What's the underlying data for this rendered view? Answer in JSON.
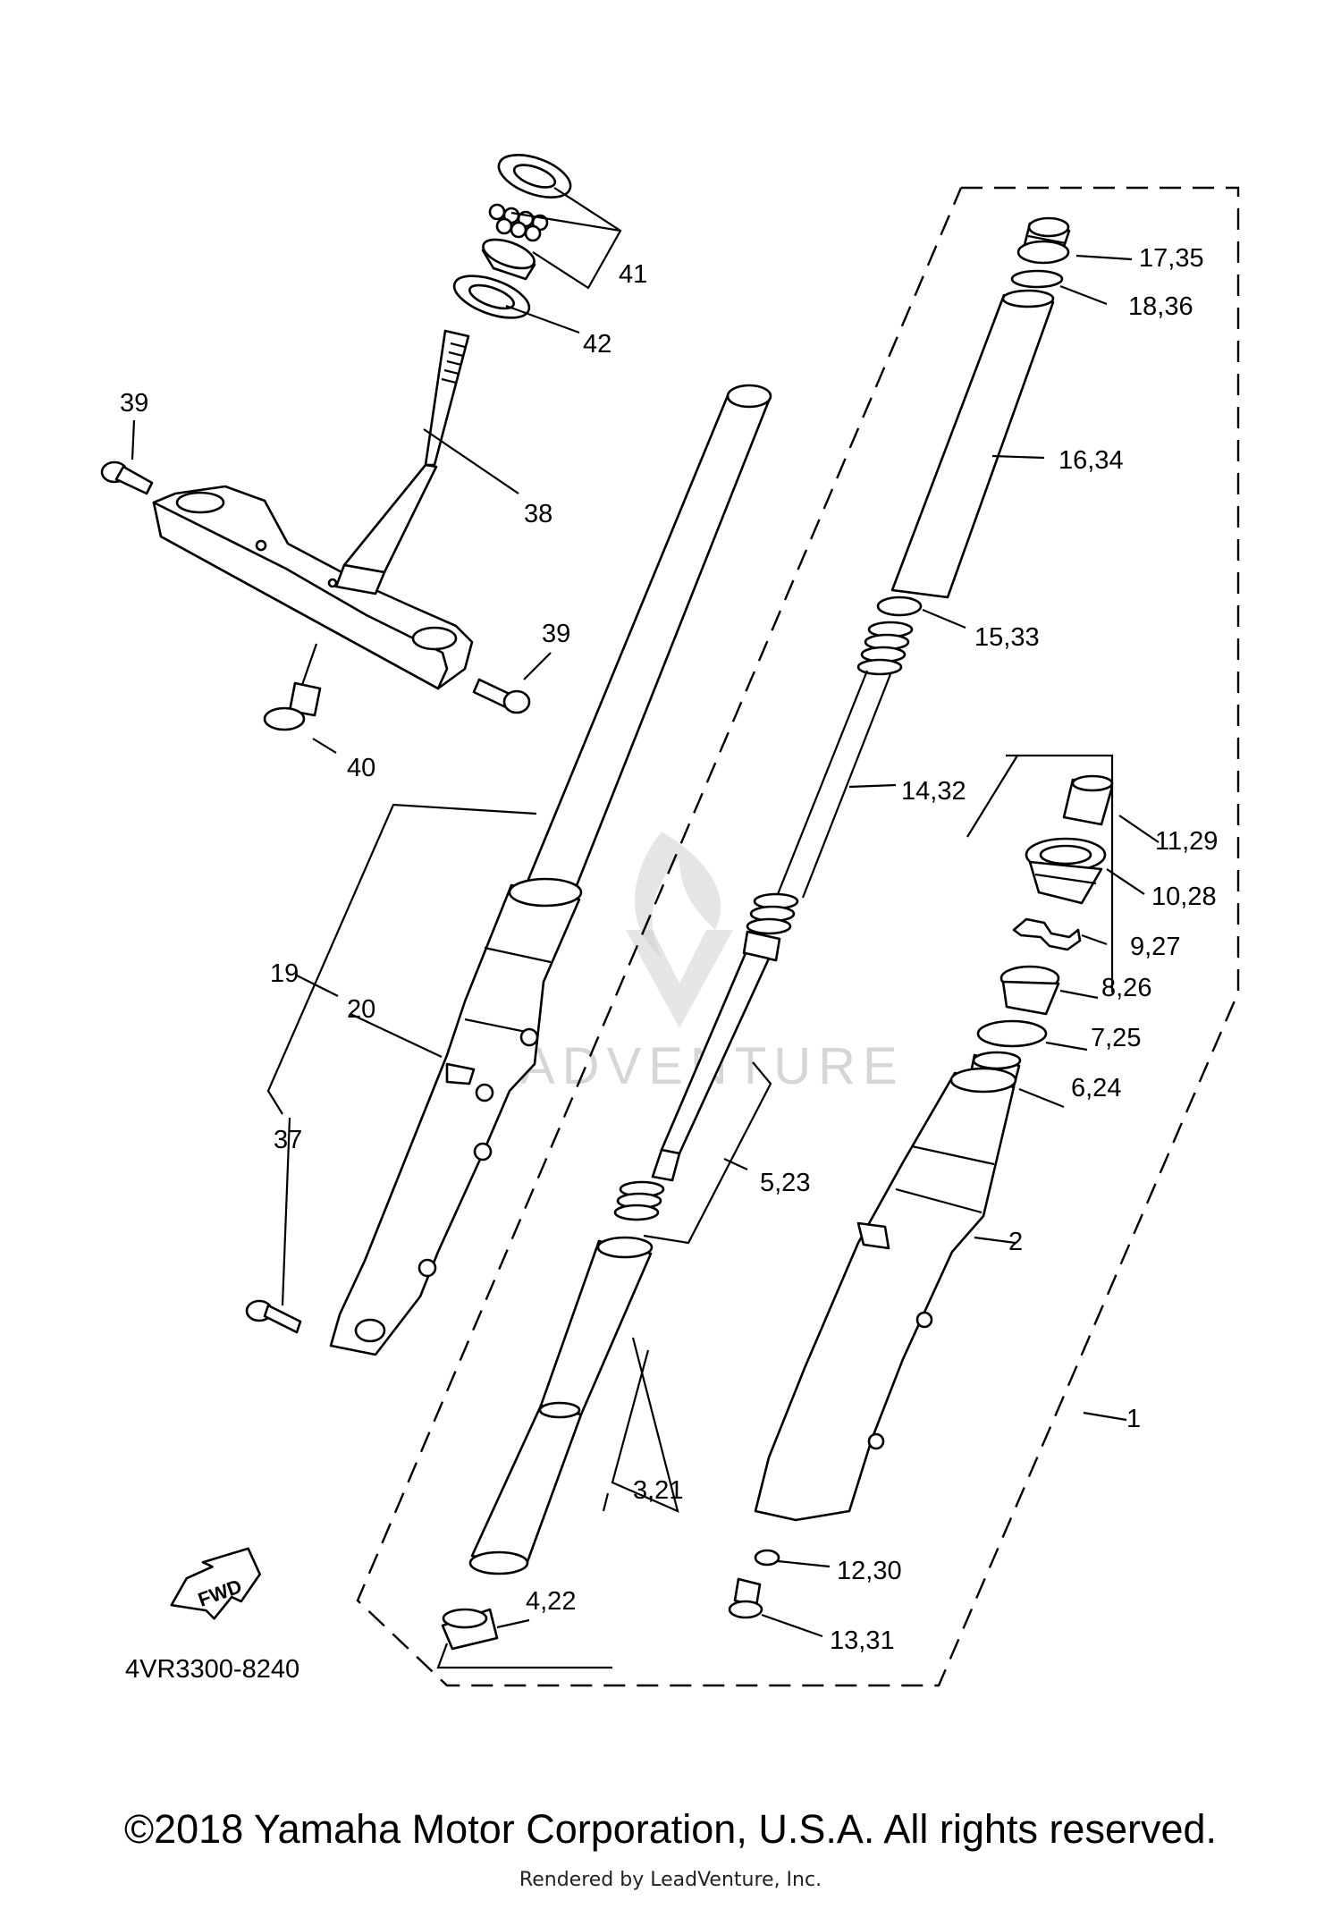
{
  "diagram": {
    "code": "4VR3300-8240",
    "fwd_label": "FWD",
    "watermark": "LEADVENTURE",
    "callouts": {
      "c1": "1",
      "c2": "2",
      "c3": "3,21",
      "c4": "4,22",
      "c5": "5,23",
      "c6": "6,24",
      "c7": "7,25",
      "c8": "8,26",
      "c9": "9,27",
      "c10": "10,28",
      "c11": "11,29",
      "c12": "12,30",
      "c13": "13,31",
      "c14": "14,32",
      "c15": "15,33",
      "c16": "16,34",
      "c17": "17,35",
      "c18": "18,36",
      "c19": "19",
      "c20": "20",
      "c37": "37",
      "c38": "38",
      "c39a": "39",
      "c39b": "39",
      "c40": "40",
      "c41": "41",
      "c42": "42"
    }
  },
  "footer": {
    "copyright": "©2018 Yamaha Motor Corporation, U.S.A. All rights reserved.",
    "rendered_by": "Rendered by LeadVenture, Inc."
  }
}
